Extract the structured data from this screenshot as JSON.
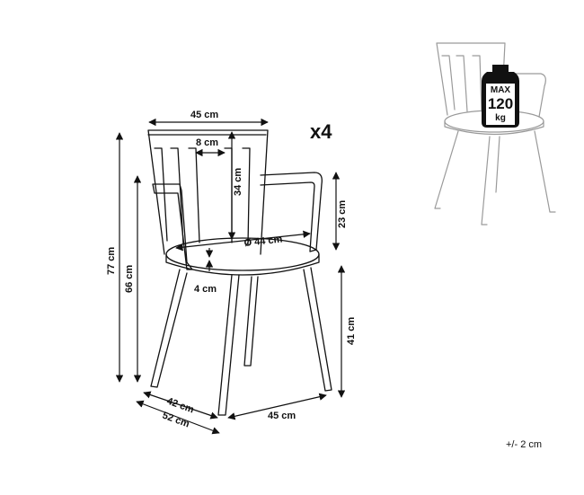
{
  "dimensions": {
    "width_top": "45 cm",
    "back_slot": "8 cm",
    "back_height": "34 cm",
    "seat_diameter": "Ø 44 cm",
    "seat_thickness": "4 cm",
    "armrest_height": "23 cm",
    "total_height": "77 cm",
    "seat_height_side": "66 cm",
    "leg_height": "41 cm",
    "depth_seat": "42 cm",
    "depth_total": "52 cm",
    "width_bottom": "45 cm"
  },
  "quantity": "x4",
  "load_badge": {
    "max": "MAX",
    "value": "120",
    "unit": "kg"
  },
  "tolerance": "+/- 2 cm",
  "colors": {
    "line": "#111111",
    "ghost": "#9a9a9a",
    "background": "#ffffff"
  }
}
